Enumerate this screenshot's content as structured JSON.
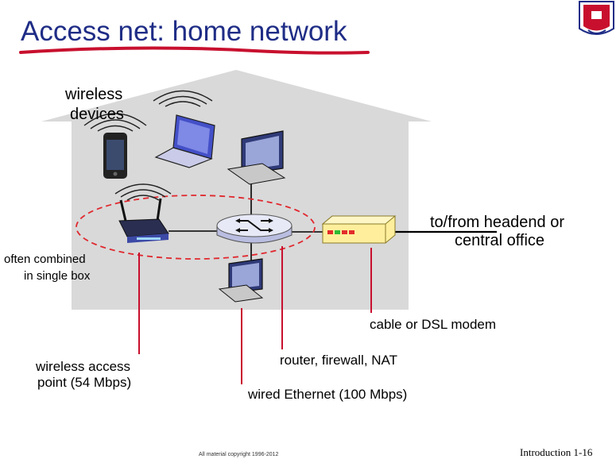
{
  "slide": {
    "title": "Access net: home network",
    "footer_left": "All material copyright 1996-2012",
    "footer_right": "Introduction 1-16"
  },
  "labels": {
    "wireless_devices_1": "wireless",
    "wireless_devices_2": "devices",
    "often_combined_1": "often combined",
    "often_combined_2": "in single box",
    "headend_1": "to/from headend or",
    "headend_2": "central office",
    "modem": "cable or DSL modem",
    "router": "router, firewall, NAT",
    "wap_1": "wireless access",
    "wap_2": "point (54 Mbps)",
    "ethernet": "wired Ethernet (100 Mbps)"
  },
  "colors": {
    "title": "#1f2d86",
    "title_underline": "#c8102e",
    "house": "#d9d9d9",
    "callout_line": "#c8102e",
    "dashed_ellipse": "#e0282e",
    "modem_body": "#ffef9c"
  },
  "icons": [
    "university-logo-icon",
    "smartphone-icon",
    "laptop-icon",
    "desktop-computer-icon",
    "wireless-router-icon",
    "router-switch-icon",
    "cable-modem-icon",
    "wifi-signal-icon"
  ]
}
